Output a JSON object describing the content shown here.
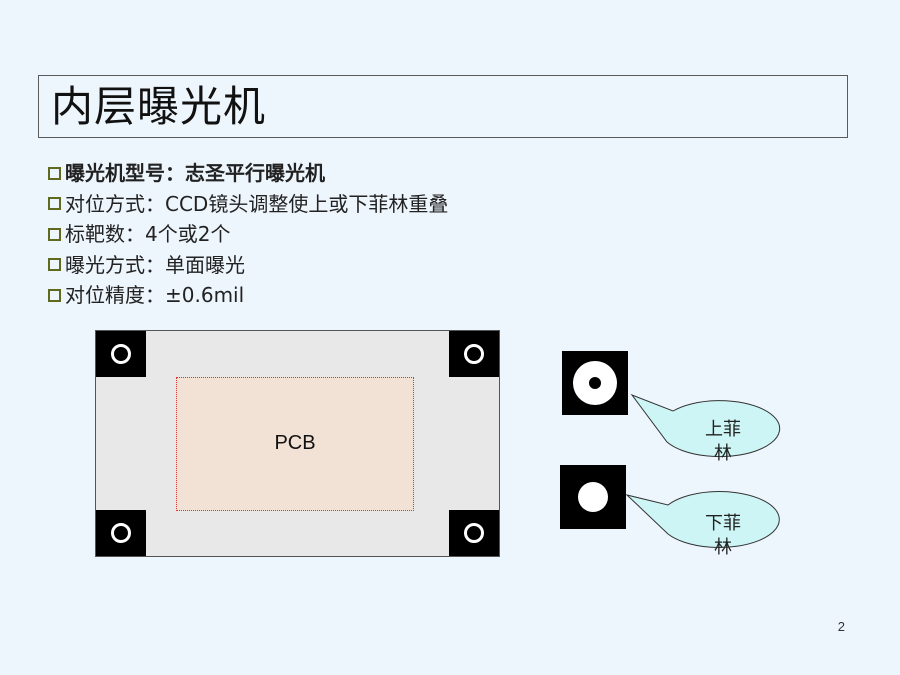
{
  "title": "内层曝光机",
  "bullets": [
    "曝光机型号：志圣平行曝光机",
    "对位方式：CCD镜头调整使上或下菲林重叠",
    "标靶数：4个或2个",
    "曝光方式：单面曝光",
    "对位精度：±0.6mil"
  ],
  "diagram": {
    "pcb_label": "PCB",
    "upper_film_label": "上菲林",
    "lower_film_label": "下菲林"
  },
  "colors": {
    "background": "#eef6fd",
    "bullet_marker": "#5f6a1e",
    "pcb_fill": "#f2e2d6",
    "callout_fill": "#cdf5f5"
  },
  "page_number": "2"
}
